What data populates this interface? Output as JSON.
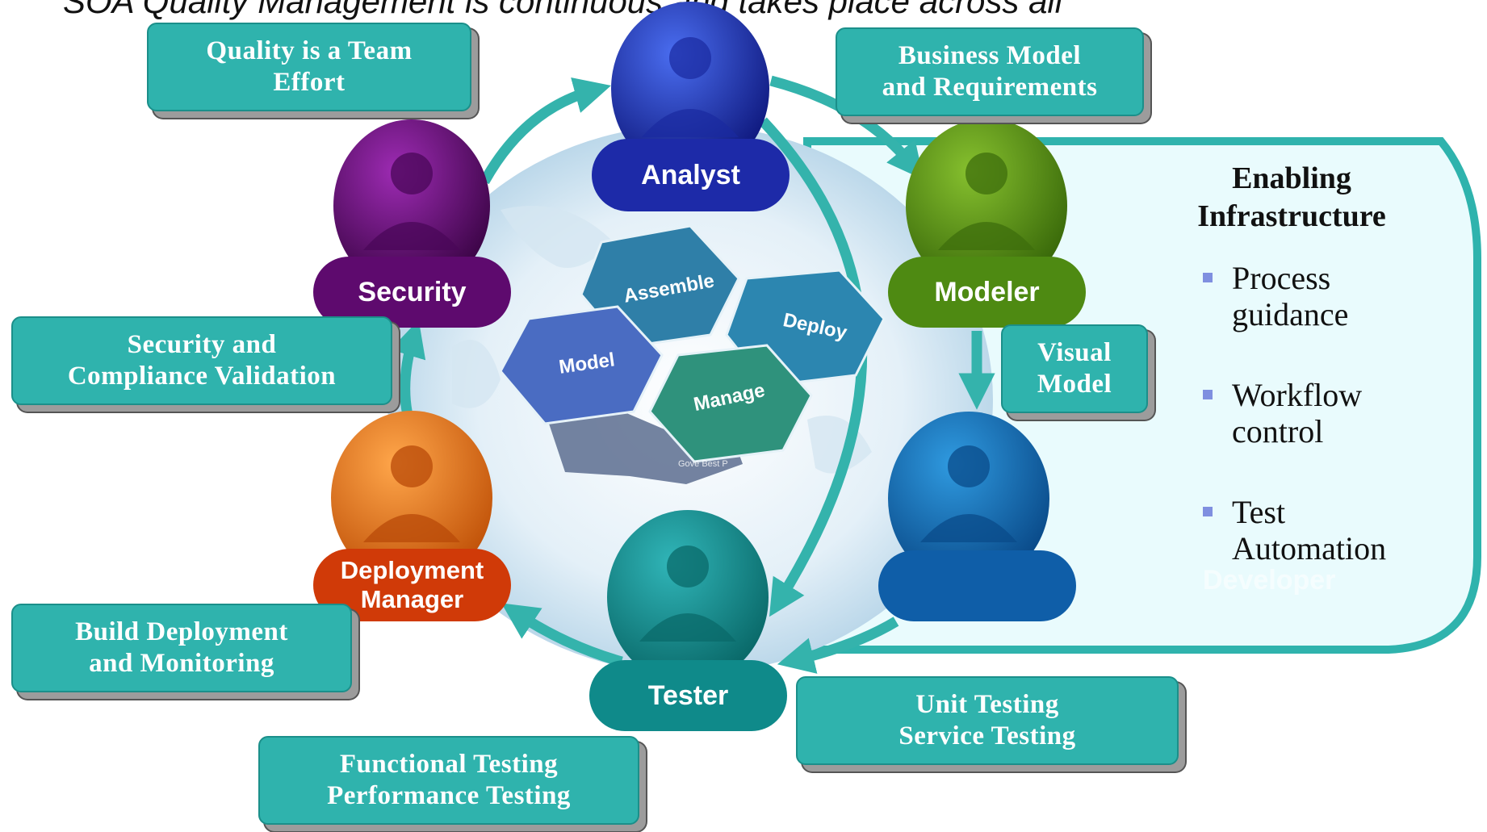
{
  "headline": "SOA Quality Management is continuous and takes place across all",
  "roles": {
    "analyst": "Analyst",
    "security": "Security",
    "modeler": "Modeler",
    "deployment_manager": "Deployment\nManager",
    "tester": "Tester",
    "developer": "Developer"
  },
  "callouts": {
    "quality_team": "Quality is a Team\nEffort",
    "business_model": "Business Model\nand Requirements",
    "security_compliance": "Security and\nCompliance Validation",
    "visual_model": "Visual\nModel",
    "build_deployment": "Build Deployment\nand Monitoring",
    "unit_testing": "Unit Testing\nService Testing",
    "functional_testing": "Functional Testing\nPerformance Testing"
  },
  "hexagons": {
    "assemble": "Assemble",
    "deploy": "Deploy",
    "model": "Model",
    "manage": "Manage",
    "governance_partial": "Gove\nBest P"
  },
  "infrastructure": {
    "title": "Enabling\nInfrastructure",
    "items": [
      "Process\nguidance",
      "Workflow\ncontrol",
      "Test\nAutomation"
    ]
  },
  "colors": {
    "teal": "#2fb3ad",
    "analyst": "#1d2aa8",
    "security": "#5e0a6e",
    "modeler": "#4e8a12",
    "developer": "#0f5ea8",
    "deployment": "#d8620a",
    "tester": "#0f8a8a"
  }
}
